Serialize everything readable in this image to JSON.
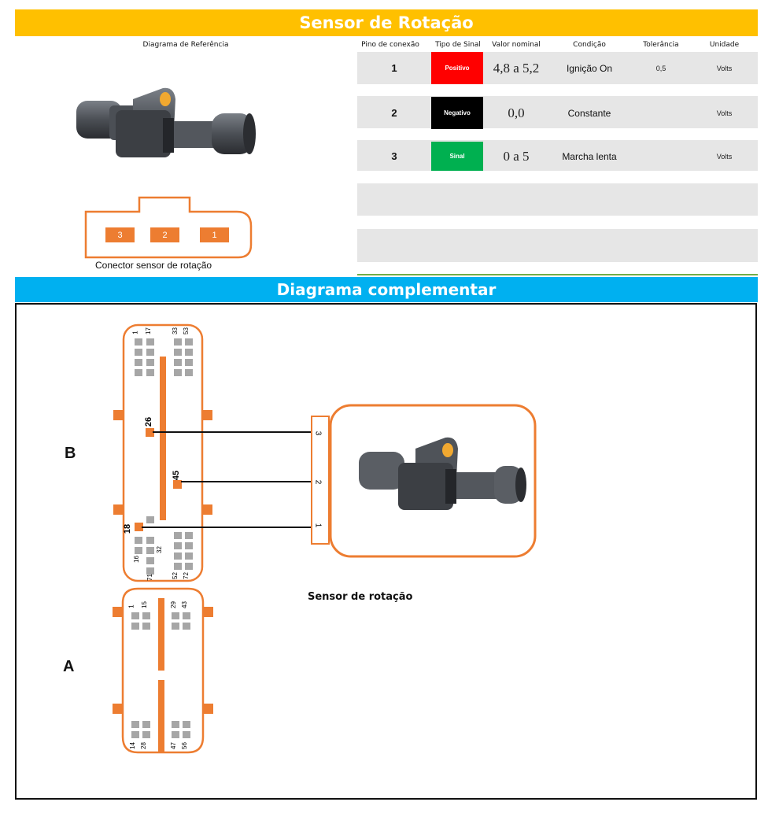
{
  "title": "Sensor de Rotação",
  "headers": {
    "reference": "Diagrama de Referência",
    "pin": "Pino de conexão",
    "signal": "Tipo de Sinal",
    "nominal": "Valor nominal",
    "condition": "Condição",
    "tolerance": "Tolerância",
    "unit": "Unidade"
  },
  "rows": [
    {
      "pin": "1",
      "signal": "Positivo",
      "signal_color": "#FF0000",
      "nominal": "4,8 a 5,2",
      "condition": "Ignição On",
      "tolerance": "0,5",
      "unit": "Volts"
    },
    {
      "pin": "2",
      "signal": "Negativo",
      "signal_color": "#000000",
      "nominal": "0,0",
      "condition": "Constante",
      "tolerance": "",
      "unit": "Volts"
    },
    {
      "pin": "3",
      "signal": "Sinal",
      "signal_color": "#00B050",
      "nominal": "0 a 5",
      "condition": "Marcha lenta",
      "tolerance": "",
      "unit": "Volts"
    }
  ],
  "connector": {
    "caption": "Conector sensor de rotação",
    "pins": [
      "3",
      "2",
      "1"
    ]
  },
  "complementary": {
    "title": "Diagrama complementar",
    "label_b": "B",
    "label_a": "A",
    "sensor_caption": "Sensor de rotação",
    "sensor_pins": [
      "3",
      "2",
      "1"
    ],
    "ecu_b_pins": {
      "top_left_a": "1",
      "top_left_b": "17",
      "top_right_a": "33",
      "top_right_b": "53",
      "p26": "26",
      "p45": "45",
      "p18": "18",
      "p16": "16",
      "p32": "32",
      "p71": "71",
      "p52": "52",
      "p72": "72"
    },
    "ecu_a_pins": {
      "t1": "1",
      "t15": "15",
      "t29": "29",
      "t43": "43",
      "b14": "14",
      "b28": "28",
      "b47": "47",
      "b56": "56"
    }
  },
  "colors": {
    "accent_orange": "#ED7D31",
    "header_yellow": "#FFC000",
    "header_blue": "#00B0F0",
    "stripe_gray": "#E6E6E6"
  }
}
